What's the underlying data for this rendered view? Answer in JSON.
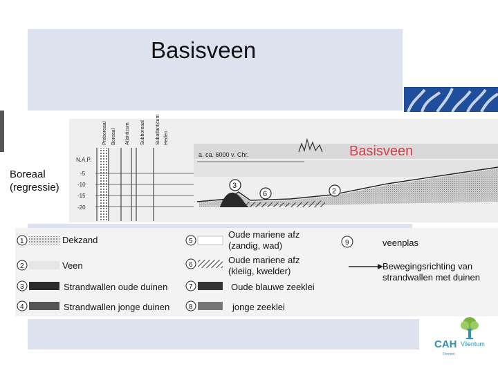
{
  "title": "Basisveen",
  "side_label": {
    "line1": "Boreaal",
    "line2": "(regressie)"
  },
  "periods": [
    "Preboreaal",
    "Boreaal",
    "Atlanticum",
    "Subboreaal",
    "Subatlanticum",
    "Heden"
  ],
  "nap_label": "N.A.P.",
  "depths": [
    "-5",
    "-10",
    "-15",
    "-20"
  ],
  "date_label": "a. ca. 6000 v. Chr.",
  "diagram_title": "Basisveen",
  "circled_numbers": [
    "3",
    "6",
    "2"
  ],
  "legend": [
    {
      "num": "1",
      "label": "Dekzand"
    },
    {
      "num": "2",
      "label": "Veen"
    },
    {
      "num": "3",
      "label": "Strandwallen oude duinen"
    },
    {
      "num": "4",
      "label": "Strandwallen jonge duinen"
    },
    {
      "num": "5",
      "label": "Oude mariene afz",
      "label2": "(zandig, wad)"
    },
    {
      "num": "6",
      "label": "Oude mariene afz",
      "label2": "(kleiig, kwelder)"
    },
    {
      "num": "7",
      "label": "Oude blauwe zeeklei"
    },
    {
      "num": "8",
      "label": "jonge zeeklei"
    },
    {
      "num": "9",
      "label": "veenplas"
    },
    {
      "label": "Bewegingsrichting van",
      "label2": "strandwallen met duinen"
    }
  ],
  "logo": {
    "main": "CAH",
    "sub": "Vilentum",
    "city": "Dronten"
  },
  "colors": {
    "accent_red": "#d6404b",
    "band_blue": "#dde2ef",
    "deco_blue": "#1f4f9c",
    "logo_blue": "#2f8fb3",
    "logo_green": "#7cb342"
  }
}
